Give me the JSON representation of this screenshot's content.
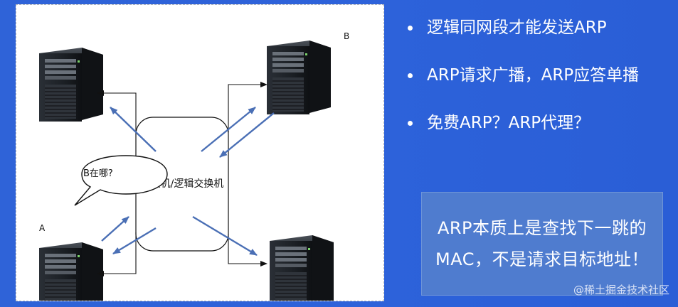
{
  "diagram": {
    "label_a": "A",
    "label_b": "B",
    "bubble_text": "B在哪?",
    "switch_label": "交换机/逻辑交换机"
  },
  "bullets": [
    "逻辑同网段才能发送ARP",
    "ARP请求广播，ARP应答单播",
    "免费ARP？ARP代理？"
  ],
  "callout": {
    "line1": "ARP本质上是查找下一跳的",
    "line2": "MAC，不是请求目标地址！"
  },
  "watermark": "@稀土掘金技术社区",
  "colors": {
    "slide_background": "#2d62da",
    "callout_background": "#4f7ccf",
    "arrow_blue": "#4a6fb5"
  }
}
